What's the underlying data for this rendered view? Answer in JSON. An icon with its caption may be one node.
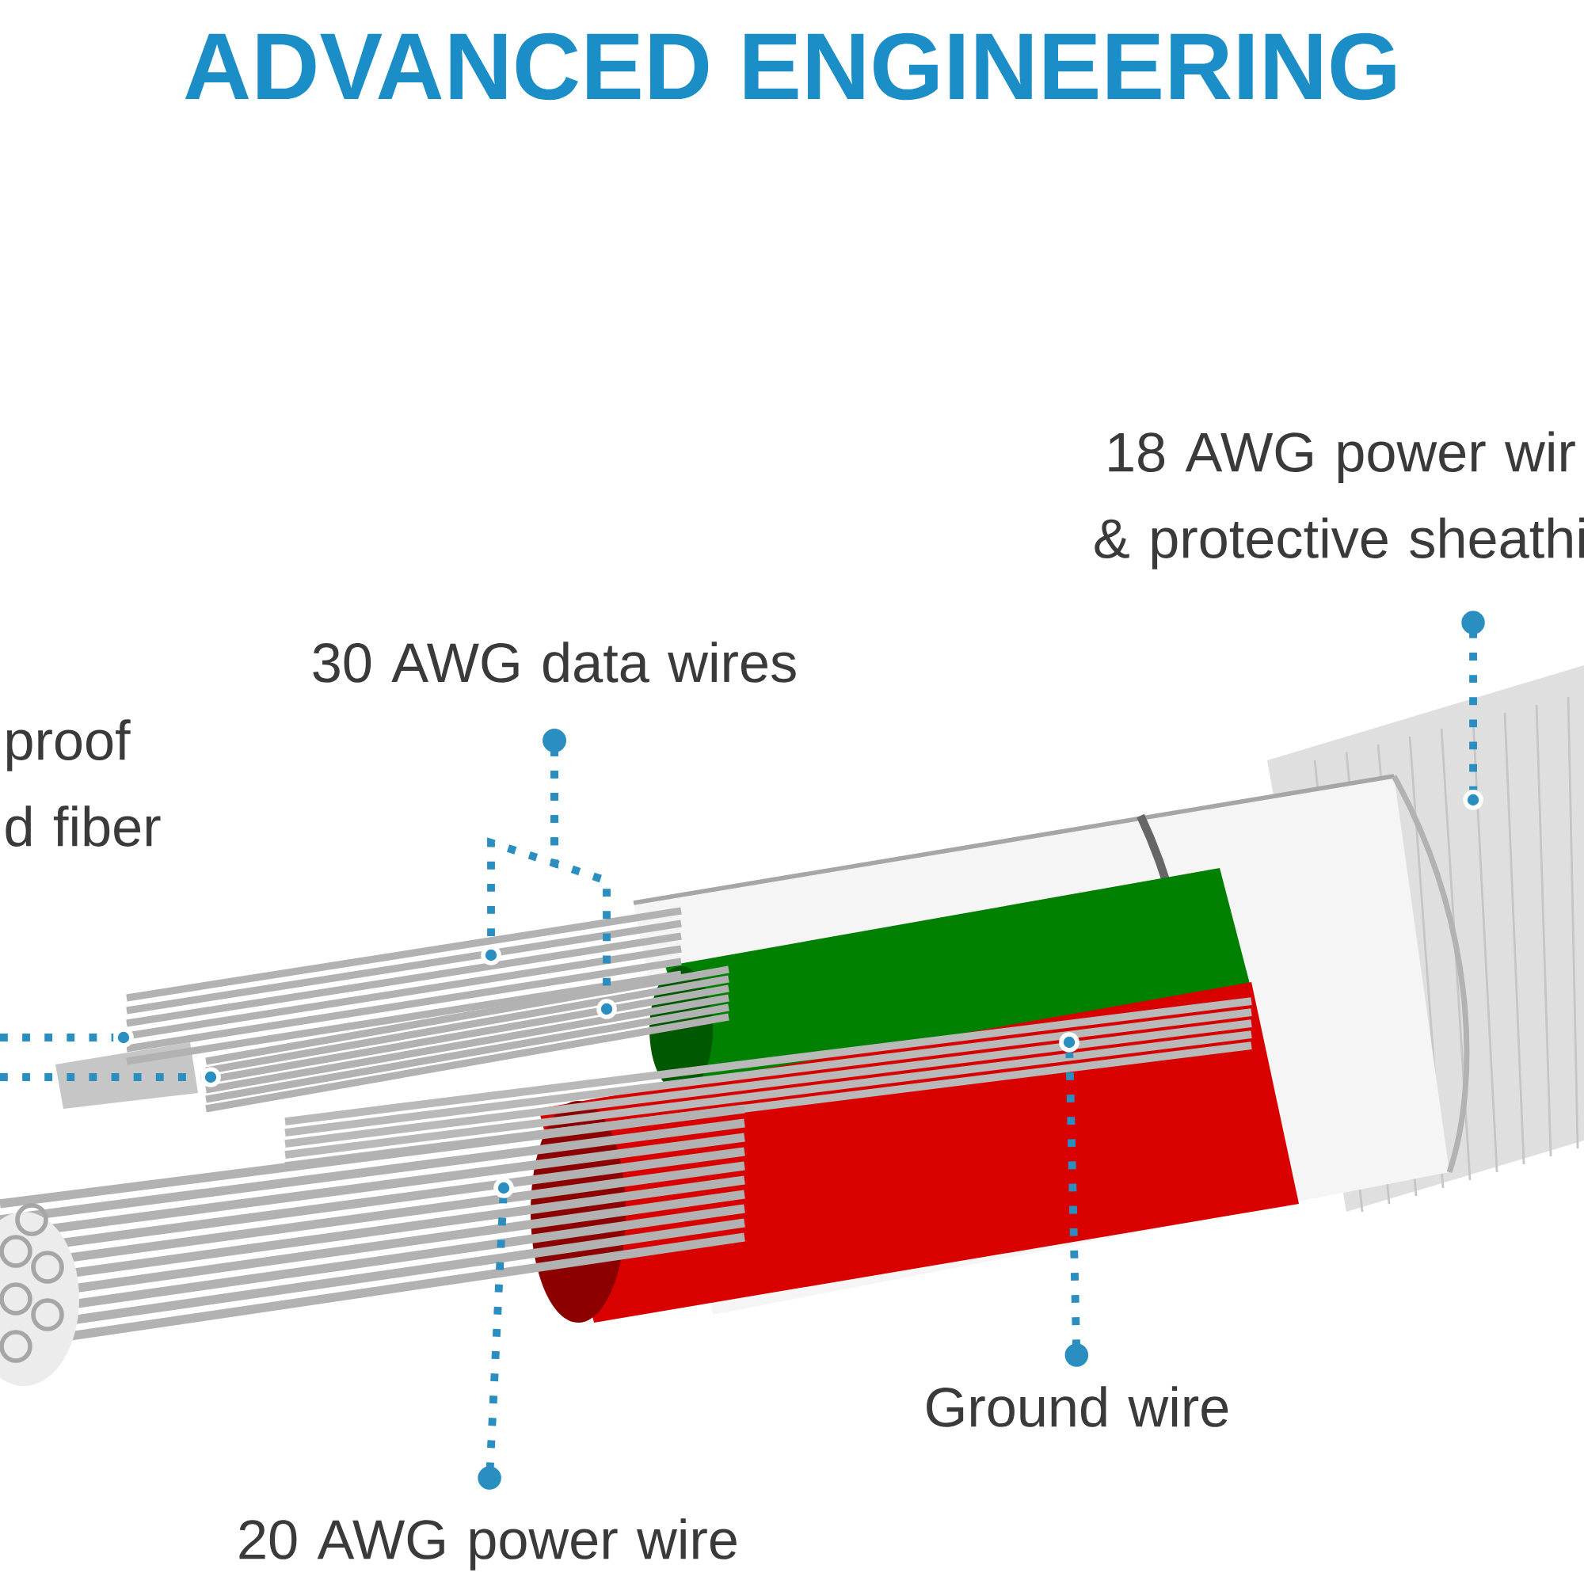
{
  "diagram": {
    "title": "ADVANCED ENGINEERING",
    "nodes": [
      {
        "text": [
          "18 AWG power wir & protective sheathi"
        ]
      },
      {
        "text": [
          "30 AWG data wires"
        ]
      },
      {
        "text": [
          "proof d fiber"
        ]
      },
      {
        "text": [
          "Ground wire"
        ]
      },
      {
        "text": [
          "20 AWG power wire"
        ]
      },
      {
        "text": [],
        "shape": "circle"
      },
      {
        "text": [],
        "shape": "circle"
      },
      {
        "text": [],
        "shape": "circle"
      },
      {
        "text": [],
        "shape": "circle"
      },
      {
        "text": [],
        "shape": "circle"
      },
      {
        "text": [],
        "shape": "circle"
      },
      {
        "text": [],
        "shape": "circle"
      }
    ],
    "edges": [
      {
        "from": 0,
        "to": 5,
        "arrow": "other"
      },
      {
        "from": 1,
        "to": 6,
        "arrow": "other"
      },
      {
        "from": 1,
        "to": 7,
        "arrow": "other"
      },
      {
        "from": null,
        "to": 8,
        "arrow": "none"
      },
      {
        "from": null,
        "to": 9,
        "arrow": "none"
      },
      {
        "from": 3,
        "to": 10,
        "arrow": "other"
      },
      {
        "from": 4,
        "to": 11,
        "arrow": "other"
      }
    ]
  }
}
